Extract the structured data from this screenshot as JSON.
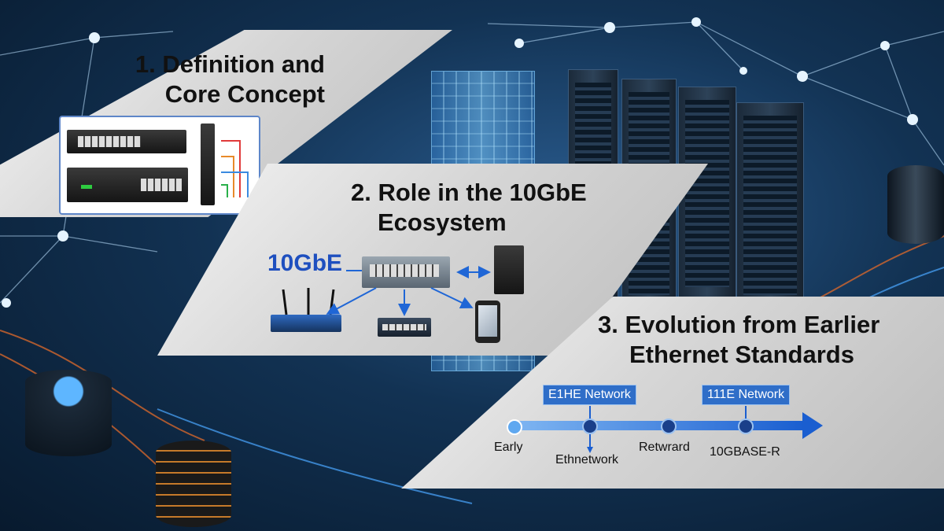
{
  "panels": {
    "p1": {
      "title_line1": "1. Definition and",
      "title_line2": "Core Concept"
    },
    "p2": {
      "title_line1": "2. Role in the 10GbE",
      "title_line2": "Ecosystem",
      "tag": "10GbE"
    },
    "p3": {
      "title_line1": "3. Evolution from Earlier",
      "title_line2": "Ethernet Standards"
    }
  },
  "timeline": {
    "tags": [
      "E1HE Network",
      "111E Network"
    ],
    "labels": [
      "Early",
      "Ethnetwork",
      "Retwrard",
      "10GBASE-R"
    ]
  },
  "colors": {
    "accent": "#1e4fbf",
    "timeline": "#1f66d6",
    "panel": "#d6d6d6"
  }
}
